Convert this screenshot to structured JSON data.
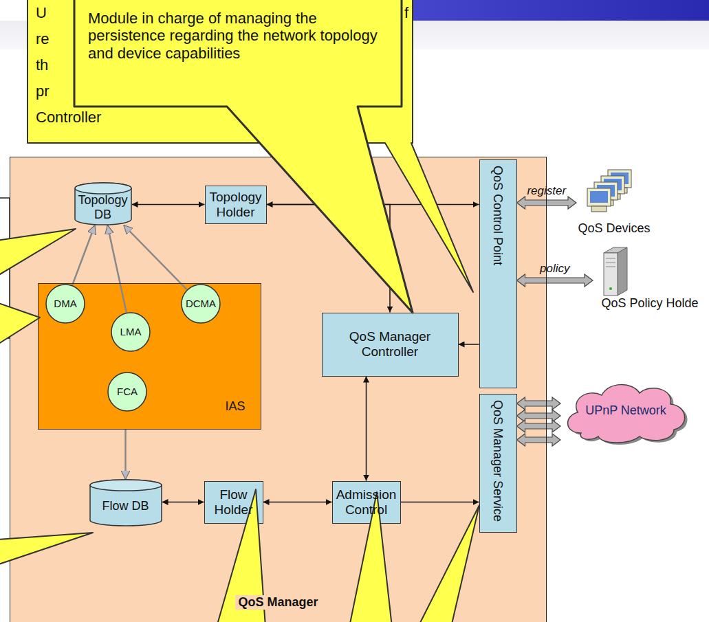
{
  "diagram": {
    "nodes": [
      {
        "text": [
          "QoS Manager"
        ]
      },
      {
        "text": [
          "Topology DB"
        ],
        "in": 0
      },
      {
        "text": [
          "Topology Holder"
        ],
        "in": 0
      },
      {
        "text": [
          "IAS"
        ],
        "in": 0
      },
      {
        "text": [
          "DMA"
        ],
        "in": 3
      },
      {
        "text": [
          "LMA"
        ],
        "in": 3
      },
      {
        "text": [
          "DCMA"
        ],
        "in": 3
      },
      {
        "text": [
          "FCA"
        ],
        "in": 3
      },
      {
        "text": [
          "QoS Manager Controller"
        ],
        "in": 0
      },
      {
        "text": [
          "QoS Control Point"
        ],
        "in": 0
      },
      {
        "text": [
          "QoS Manager Service"
        ],
        "in": 0
      },
      {
        "text": [
          "Flow DB"
        ],
        "in": 0
      },
      {
        "text": [
          "Flow Holder"
        ],
        "in": 0
      },
      {
        "text": [
          "Admission Control"
        ],
        "in": 0
      },
      {
        "text": [
          "QoS Devices"
        ]
      },
      {
        "text": [
          "QoS Policy Holde"
        ]
      },
      {
        "text": [
          "UPnP Network"
        ]
      }
    ],
    "edges": [
      {
        "from": 1,
        "to": 2,
        "arrow": "both"
      },
      {
        "from": 2,
        "to": 9,
        "arrow": "both"
      },
      {
        "from": 2,
        "to": 8,
        "arrow": "to"
      },
      {
        "from": 9,
        "to": 8,
        "arrow": "to"
      },
      {
        "from": 8,
        "to": 13,
        "arrow": "both"
      },
      {
        "from": 13,
        "to": 10,
        "arrow": "to"
      },
      {
        "from": 12,
        "to": 13,
        "arrow": "both"
      },
      {
        "from": 11,
        "to": 12,
        "arrow": "both"
      },
      {
        "from": 4,
        "to": 1,
        "arrow": "to"
      },
      {
        "from": 5,
        "to": 1,
        "arrow": "to"
      },
      {
        "from": 6,
        "to": 1,
        "arrow": "to"
      },
      {
        "from": 3,
        "to": 11,
        "arrow": "to"
      },
      {
        "from": 14,
        "to": 9,
        "arrow": "both",
        "label": "register"
      },
      {
        "from": 15,
        "to": 9,
        "arrow": "both",
        "label": "policy"
      },
      {
        "from": 16,
        "to": 9,
        "arrow": "both"
      },
      {
        "from": 16,
        "to": 9,
        "arrow": "both"
      },
      {
        "from": 16,
        "to": 10,
        "arrow": "both"
      },
      {
        "from": 16,
        "to": 10,
        "arrow": "both"
      }
    ],
    "labels": [
      "U",
      "re",
      "th",
      "pr",
      "Controller",
      "f",
      "Module in charge of managing the persistence regarding the network topology and device capabilities"
    ]
  }
}
